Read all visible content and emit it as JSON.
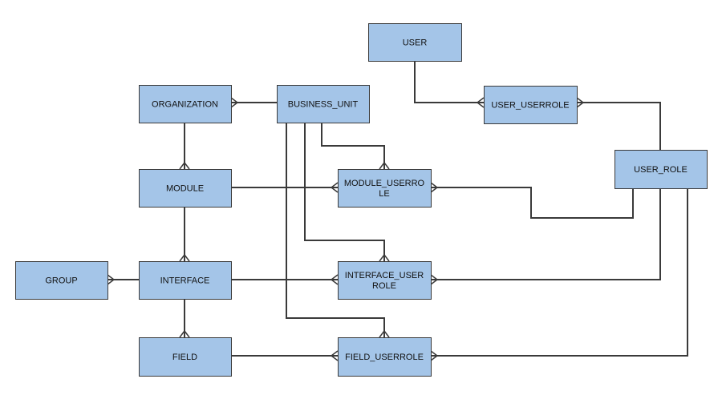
{
  "diagram": {
    "colors": {
      "entity_fill": "#a4c5e8",
      "entity_stroke": "#3a3a3a",
      "connector": "#3a3a3a",
      "text": "#111111"
    },
    "entities": {
      "user": [
        "USER"
      ],
      "user_userrole": [
        "USER_USERROLE"
      ],
      "organization": [
        "ORGANIZATION"
      ],
      "business_unit": [
        "BUSINESS_UNIT"
      ],
      "user_role": [
        "USER_ROLE"
      ],
      "module": [
        "MODULE"
      ],
      "module_userrole": [
        "MODULE_USERRO",
        "LE"
      ],
      "group": [
        "GROUP"
      ],
      "interface": [
        "INTERFACE"
      ],
      "interface_userrole": [
        "INTERFACE_USER",
        "ROLE"
      ],
      "field": [
        "FIELD"
      ],
      "field_userrole": [
        "FIELD_USERROLE"
      ]
    },
    "relationships": [
      {
        "from": "user",
        "to": "user_userrole",
        "to_end": "many"
      },
      {
        "from": "user_role",
        "to": "user_userrole",
        "to_end": "many"
      },
      {
        "from": "business_unit",
        "to": "organization",
        "to_end": "many"
      },
      {
        "from": "organization",
        "to": "module",
        "to_end": "many"
      },
      {
        "from": "module",
        "to": "module_userrole",
        "to_end": "many"
      },
      {
        "from": "business_unit",
        "to": "module_userrole",
        "to_end": "many"
      },
      {
        "from": "user_role",
        "to": "module_userrole",
        "to_end": "many"
      },
      {
        "from": "module",
        "to": "interface",
        "to_end": "many"
      },
      {
        "from": "interface",
        "to": "group",
        "to_end": "many"
      },
      {
        "from": "interface",
        "to": "interface_userrole",
        "to_end": "many"
      },
      {
        "from": "business_unit",
        "to": "interface_userrole",
        "to_end": "many"
      },
      {
        "from": "user_role",
        "to": "interface_userrole",
        "to_end": "many"
      },
      {
        "from": "interface",
        "to": "field",
        "to_end": "many"
      },
      {
        "from": "field",
        "to": "field_userrole",
        "to_end": "many"
      },
      {
        "from": "business_unit",
        "to": "field_userrole",
        "to_end": "many"
      },
      {
        "from": "user_role",
        "to": "field_userrole",
        "to_end": "many"
      }
    ]
  }
}
